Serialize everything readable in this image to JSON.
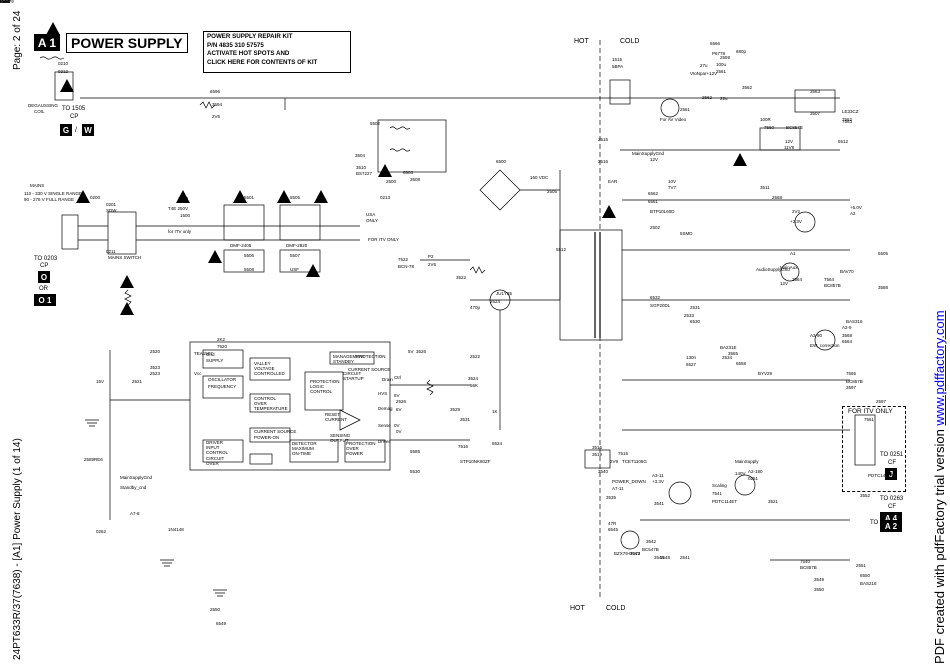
{
  "header": {
    "section_badge": "A 1",
    "section_title": "POWER SUPPLY",
    "kit_lines": [
      "POWER SUPPLY REPAIR KIT",
      "P/N  4835 310 57575",
      "ACTIVATE HOT SPOTS AND",
      "CLICK HERE FOR CONTENTS OF KIT"
    ]
  },
  "side_left": {
    "page": "Page: 2 of 24",
    "footer": "24PT633R/37(7638) - [A1] Power Supply (1 of 14)"
  },
  "side_right": {
    "prefix": "PDF created with pdfFactory trial version ",
    "link": "www.pdffactory.com"
  },
  "zones": {
    "hot": "HOT",
    "cold": "COLD"
  },
  "connectors": [
    {
      "id": "deg",
      "title": "TO 1505",
      "sub": "CP",
      "letters": [
        "G",
        "W"
      ]
    },
    {
      "id": "mains",
      "title": "TO 0203",
      "sub": "CP",
      "or": "OR",
      "letters": [
        "O",
        "O 1"
      ]
    },
    {
      "id": "itv",
      "title": "FOR ITV ONLY",
      "to": "TO 0251",
      "sub": "CF",
      "letter": "J"
    },
    {
      "id": "a4",
      "to": "TO 0263",
      "sub": "CF",
      "letter": "A 4"
    },
    {
      "id": "a2",
      "to": "TO",
      "sub": "CF",
      "letter": "A 2"
    }
  ],
  "labels": [
    {
      "t": "DEGAUSSING"
    },
    {
      "t": "COIL"
    },
    {
      "t": "0210"
    },
    {
      "t": "0212"
    },
    {
      "t": "3594"
    },
    {
      "t": "6596"
    },
    {
      "t": "2V6"
    },
    {
      "t": "MAINS"
    },
    {
      "t": "110 - 330 V SINGLE RANGE"
    },
    {
      "t": "90 - 276 V FULL RANGE"
    },
    {
      "t": "0200"
    },
    {
      "t": "0201"
    },
    {
      "t": "SDW"
    },
    {
      "t": "0211"
    },
    {
      "t": "MAINS SWITCH"
    },
    {
      "t": "1509"
    },
    {
      "t": "T4E 250V"
    },
    {
      "t": "1500"
    },
    {
      "t": "for ITV only"
    },
    {
      "t": "5501"
    },
    {
      "t": "5505"
    },
    {
      "t": "DMF-2405"
    },
    {
      "t": "DMF-2820"
    },
    {
      "t": "5506"
    },
    {
      "t": "5507"
    },
    {
      "t": "5508"
    },
    {
      "t": "USF"
    },
    {
      "t": "5502"
    },
    {
      "t": "3504"
    },
    {
      "t": "3510"
    },
    {
      "t": "BS7227"
    },
    {
      "t": "2500"
    },
    {
      "t": "6503"
    },
    {
      "t": "3508"
    },
    {
      "t": "0213"
    },
    {
      "t": "USA"
    },
    {
      "t": "ONLY"
    },
    {
      "t": "FOR ITV ONLY"
    },
    {
      "t": "6500"
    },
    {
      "t": "160 VDC"
    },
    {
      "t": "2505"
    },
    {
      "t": "2515"
    },
    {
      "t": "2516"
    },
    {
      "t": "MainSupplyGnd"
    },
    {
      "t": "EAR"
    },
    {
      "t": "1515"
    },
    {
      "t": "5BPA"
    },
    {
      "t": "5512"
    },
    {
      "t": "7522"
    },
    {
      "t": "BCN-78"
    },
    {
      "t": "P2"
    },
    {
      "t": "2V6"
    },
    {
      "t": "3522"
    },
    {
      "t": "2K2"
    },
    {
      "t": "7520"
    },
    {
      "t": "TEA1507"
    },
    {
      "t": "Vcc"
    },
    {
      "t": "Gnd"
    },
    {
      "t": "SUPPLY"
    },
    {
      "t": "MANAGEMENT"
    },
    {
      "t": "STANDBY"
    },
    {
      "t": "CURRENT SOURCE"
    },
    {
      "t": "VALLEY"
    },
    {
      "t": "VOLTAGE"
    },
    {
      "t": "CONTROLLED"
    },
    {
      "t": "OSCILLATOR"
    },
    {
      "t": "FREQUENCY"
    },
    {
      "t": "CONTROL"
    },
    {
      "t": "OVER"
    },
    {
      "t": "TEMPERATURE"
    },
    {
      "t": "PROTECTION"
    },
    {
      "t": "LOGIC"
    },
    {
      "t": "CONTROL"
    },
    {
      "t": "CIRCUIT"
    },
    {
      "t": "STARTUP"
    },
    {
      "t": "CURRENT SOURCE"
    },
    {
      "t": "POWER-ON"
    },
    {
      "t": "RESET"
    },
    {
      "t": "CURRENT"
    },
    {
      "t": "SENSING"
    },
    {
      "t": "OUTPUT"
    },
    {
      "t": "DRIVER"
    },
    {
      "t": "INPUT"
    },
    {
      "t": "CONTROL"
    },
    {
      "t": "CIRCUIT"
    },
    {
      "t": "OVER"
    },
    {
      "t": "DETECTOR"
    },
    {
      "t": "MAXIMUM"
    },
    {
      "t": "ON-TIME"
    },
    {
      "t": "PROTECTION"
    },
    {
      "t": "OVER"
    },
    {
      "t": "POWER"
    },
    {
      "t": "PROTECTION"
    },
    {
      "t": "Drain"
    },
    {
      "t": "HVS"
    },
    {
      "t": "Demag"
    },
    {
      "t": "Sense"
    },
    {
      "t": "Driver"
    },
    {
      "t": "Ctrl"
    },
    {
      "t": "6V"
    },
    {
      "t": "0V"
    },
    {
      "t": "5V"
    },
    {
      "t": "3526"
    },
    {
      "t": "2526"
    },
    {
      "t": "6V"
    },
    {
      "t": "0V"
    },
    {
      "t": "15V"
    },
    {
      "t": "2521"
    },
    {
      "t": "2520"
    },
    {
      "t": "3523"
    },
    {
      "t": "2523"
    },
    {
      "t": "2522"
    },
    {
      "t": "3524"
    },
    {
      "t": "56K"
    },
    {
      "t": "3529"
    },
    {
      "t": "3531"
    },
    {
      "t": "1K"
    },
    {
      "t": "6524"
    },
    {
      "t": "JU1Y35"
    },
    {
      "t": "2524"
    },
    {
      "t": "470p"
    },
    {
      "t": "7516"
    },
    {
      "t": "STP10NK80ZF"
    },
    {
      "t": "3516"
    },
    {
      "t": "3519"
    },
    {
      "t": "2V9"
    },
    {
      "t": "7515"
    },
    {
      "t": "TCET1106G"
    },
    {
      "t": "12V"
    },
    {
      "t": "10V"
    },
    {
      "t": "7V7"
    },
    {
      "t": "6562"
    },
    {
      "t": "6561"
    },
    {
      "t": "BTP10L60D"
    },
    {
      "t": "2502"
    },
    {
      "t": "5SMD"
    },
    {
      "t": "6532"
    },
    {
      "t": "SGP20DL"
    },
    {
      "t": "2531"
    },
    {
      "t": "2533"
    },
    {
      "t": "6530"
    },
    {
      "t": "BA231E"
    },
    {
      "t": "2534"
    },
    {
      "t": "130n"
    },
    {
      "t": "6527"
    },
    {
      "t": "3565"
    },
    {
      "t": "6558"
    },
    {
      "t": "BYV29"
    },
    {
      "t": "6566"
    },
    {
      "t": "P6778"
    },
    {
      "t": "680p"
    },
    {
      "t": "2559"
    },
    {
      "t": "100u"
    },
    {
      "t": "2561"
    },
    {
      "t": "27u"
    },
    {
      "t": "VtoNpar+12V"
    },
    {
      "t": "2561"
    },
    {
      "t": "For AV Video"
    },
    {
      "t": "2562"
    },
    {
      "t": "22u"
    },
    {
      "t": "3562"
    },
    {
      "t": "100R"
    },
    {
      "t": "7560"
    },
    {
      "t": "BC857B"
    },
    {
      "t": "12V"
    },
    {
      "t": "11V8"
    },
    {
      "t": "6512"
    },
    {
      "t": "7563"
    },
    {
      "t": "3563"
    },
    {
      "t": "3507"
    },
    {
      "t": "LE33CZ"
    },
    {
      "t": "7562"
    },
    {
      "t": "3511"
    },
    {
      "t": "2568"
    },
    {
      "t": "2V2"
    },
    {
      "t": "+3.3V"
    },
    {
      "t": "+5.0V"
    },
    {
      "t": "A2"
    },
    {
      "t": "A1"
    },
    {
      "t": "6505"
    },
    {
      "t": "BAV70"
    },
    {
      "t": "3588"
    },
    {
      "t": "3564"
    },
    {
      "t": "7564"
    },
    {
      "t": "BC857B"
    },
    {
      "t": "12V"
    },
    {
      "t": "MainAux"
    },
    {
      "t": "AudioSupplyGnd"
    },
    {
      "t": "A3-90"
    },
    {
      "t": "EW_correction"
    },
    {
      "t": "A2-9"
    },
    {
      "t": "3568"
    },
    {
      "t": "6564"
    },
    {
      "t": "BAS316"
    },
    {
      "t": "7565"
    },
    {
      "t": "BC857B"
    },
    {
      "t": "3597"
    },
    {
      "t": "2597"
    },
    {
      "t": "7561"
    },
    {
      "t": "PDTC143ET"
    },
    {
      "t": "POWER_DOWN"
    },
    {
      "t": "A7-11"
    },
    {
      "t": "A3-11"
    },
    {
      "t": "+3.3V"
    },
    {
      "t": "MainSupply"
    },
    {
      "t": "140V"
    },
    {
      "t": "A2-180"
    },
    {
      "t": "0251"
    },
    {
      "t": "Scaling"
    },
    {
      "t": "7541"
    },
    {
      "t": "PDTC114ET"
    },
    {
      "t": "3541"
    },
    {
      "t": "47R"
    },
    {
      "t": "6545"
    },
    {
      "t": "BZX79-B6V2"
    },
    {
      "t": "7543"
    },
    {
      "t": "BC547B"
    },
    {
      "t": "3542"
    },
    {
      "t": "3544"
    },
    {
      "t": "3548"
    },
    {
      "t": "2541"
    },
    {
      "t": "7540"
    },
    {
      "t": "BC857B"
    },
    {
      "t": "3549"
    },
    {
      "t": "3550"
    },
    {
      "t": "3552"
    },
    {
      "t": "2551"
    },
    {
      "t": "6550"
    },
    {
      "t": "BAS216"
    },
    {
      "t": "2550"
    },
    {
      "t": "6549"
    },
    {
      "t": "1N4148"
    },
    {
      "t": "2589"
    },
    {
      "t": "RE6"
    },
    {
      "t": "0262"
    },
    {
      "t": "MainSupplyGnd"
    },
    {
      "t": "Standby_cnd"
    },
    {
      "t": "A7-8"
    },
    {
      "t": "5585"
    },
    {
      "t": "5530"
    },
    {
      "t": "3535"
    },
    {
      "t": "3540"
    },
    {
      "t": "3521"
    },
    {
      "t": "6528"
    },
    {
      "t": "3560"
    },
    {
      "t": "6V"
    },
    {
      "t": "9V"
    },
    {
      "t": "3590"
    },
    {
      "t": "3580"
    },
    {
      "t": "3V3"
    },
    {
      "t": "6561"
    },
    {
      "t": "BZX79"
    },
    {
      "t": "3561"
    }
  ]
}
